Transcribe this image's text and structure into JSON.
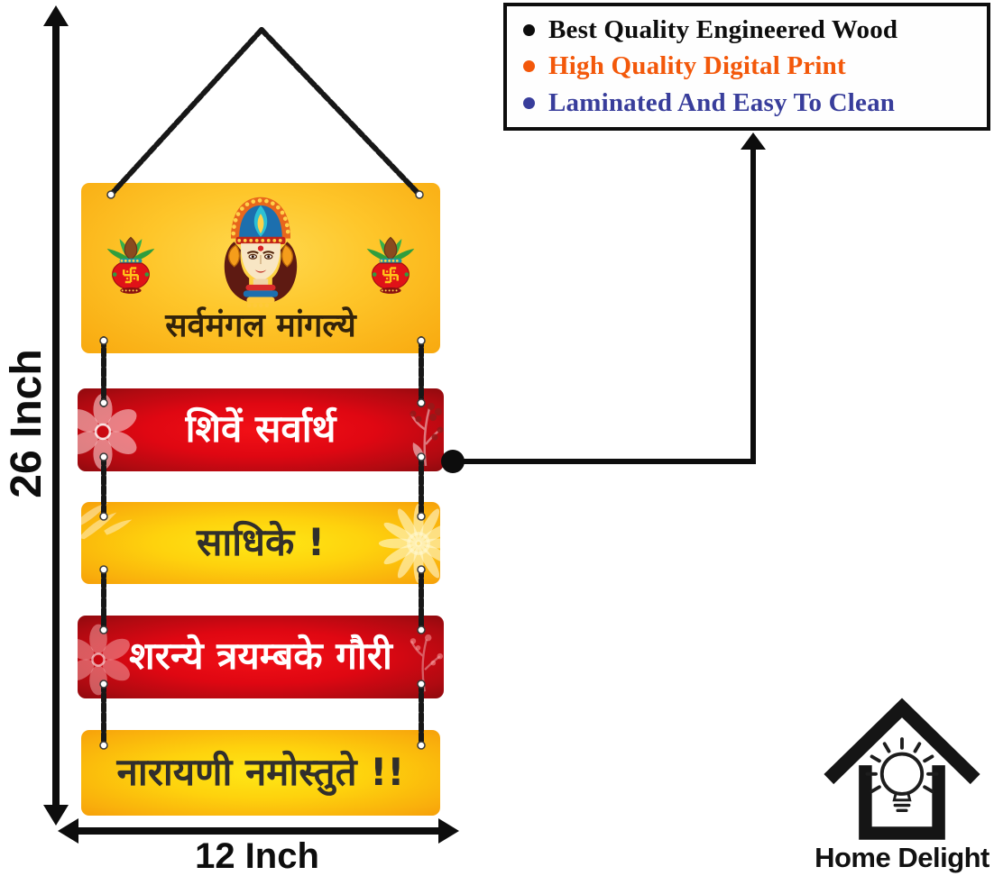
{
  "features": {
    "items": [
      {
        "label": "Best Quality Engineered Wood",
        "color": "#0d0d0d"
      },
      {
        "label": "High Quality Digital Print",
        "color": "#f3580a"
      },
      {
        "label": "Laminated And Easy To Clean",
        "color": "#383d9b"
      }
    ]
  },
  "dimensions": {
    "height_label": "26 Inch",
    "width_label": "12 Inch"
  },
  "hanging": {
    "panels": [
      {
        "style": "yellow-header",
        "text": "सर्वमंगल मांगल्ये"
      },
      {
        "style": "red",
        "text": "शिवें सर्वार्थ"
      },
      {
        "style": "yellow",
        "text": "साधिके !"
      },
      {
        "style": "red",
        "text": "शरन्ये त्रयम्बके गौरी"
      },
      {
        "style": "yellow",
        "text": "नारायणी नमोस्तुते !!"
      }
    ]
  },
  "brand": {
    "name": "Home Delight"
  },
  "icons": {
    "goddess": "durga-face-icon",
    "kalash": "kalash-icon",
    "flower": "flower-icon",
    "sunflower": "sunflower-icon",
    "leaves": "leaves-icon",
    "berries": "berries-icon",
    "logo": "house-lightbulb-icon"
  },
  "colors": {
    "panel_red_center": "#ee0f16",
    "panel_red_edge": "#9a0a10",
    "panel_yellow_center": "#ffe60a",
    "panel_yellow_edge": "#f6a009",
    "rope": "#171717",
    "annotation_ink": "#0d0d0d"
  }
}
